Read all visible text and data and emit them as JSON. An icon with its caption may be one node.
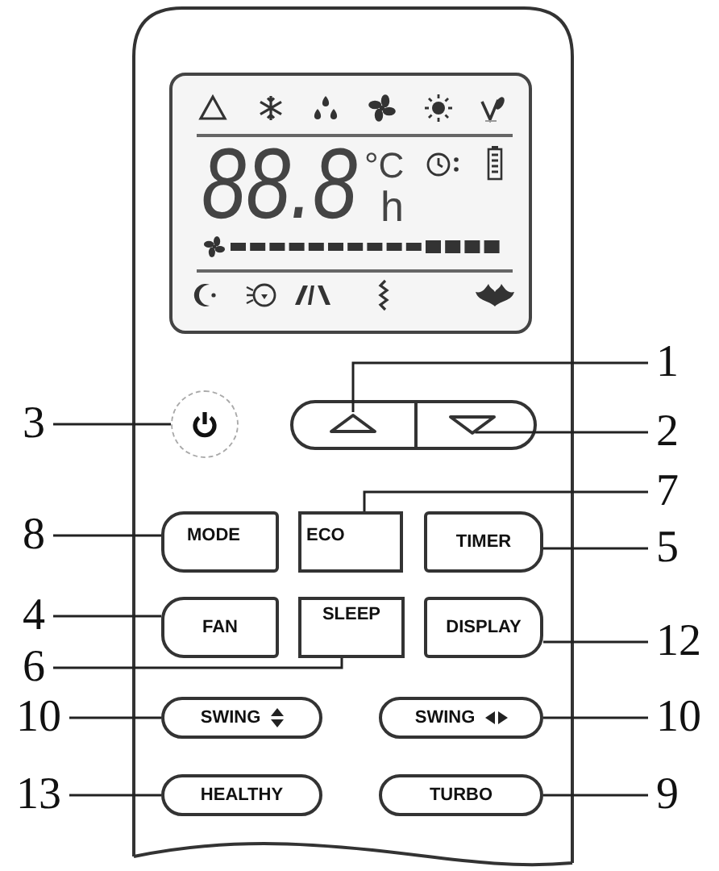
{
  "diagram": {
    "nodes": [
      {
        "text": [
          "88.8",
          "°C",
          "h"
        ]
      },
      {
        "text": [
          "1"
        ]
      },
      {
        "text": [
          "3"
        ]
      },
      {
        "text": [],
        "shape": "circle"
      },
      {
        "text": [],
        "shape": "triangle"
      },
      {
        "text": [],
        "shape": "triangle"
      },
      {
        "text": [
          "2"
        ]
      },
      {
        "text": [
          "7"
        ]
      },
      {
        "text": [
          "8"
        ]
      },
      {
        "text": [
          "MODE"
        ]
      },
      {
        "text": [
          "ECO"
        ]
      },
      {
        "text": [
          "TIMER"
        ]
      },
      {
        "text": [
          "5"
        ]
      },
      {
        "text": [
          "4"
        ]
      },
      {
        "text": [
          "FAN"
        ]
      },
      {
        "text": [
          "SLEEP"
        ]
      },
      {
        "text": [
          "DISPLAY"
        ]
      },
      {
        "text": [
          "12"
        ]
      },
      {
        "text": [
          "6"
        ]
      },
      {
        "text": [
          "10"
        ]
      },
      {
        "text": [
          "SWING"
        ]
      },
      {
        "text": [
          "SWING"
        ]
      },
      {
        "text": [
          "10"
        ]
      },
      {
        "text": [
          "13"
        ]
      },
      {
        "text": [
          "HEALTHY"
        ]
      },
      {
        "text": [
          "TURBO"
        ]
      },
      {
        "text": [
          "9"
        ]
      }
    ],
    "edges": [
      {
        "from": 1,
        "to": 4,
        "arrow": "none"
      },
      {
        "from": 2,
        "to": 3,
        "arrow": "none"
      },
      {
        "from": 6,
        "to": 5,
        "arrow": "none"
      },
      {
        "from": 7,
        "to": 10,
        "arrow": "none"
      },
      {
        "from": 8,
        "to": 9,
        "arrow": "none"
      },
      {
        "from": 12,
        "to": 11,
        "arrow": "none"
      },
      {
        "from": 13,
        "to": 14,
        "arrow": "none"
      },
      {
        "from": 17,
        "to": 16,
        "arrow": "none"
      },
      {
        "from": 18,
        "to": 15,
        "arrow": "none"
      },
      {
        "from": 19,
        "to": 20,
        "arrow": "none"
      },
      {
        "from": 22,
        "to": 21,
        "arrow": "none"
      },
      {
        "from": 23,
        "to": 24,
        "arrow": "none"
      },
      {
        "from": 26,
        "to": 25,
        "arrow": "none"
      }
    ]
  }
}
